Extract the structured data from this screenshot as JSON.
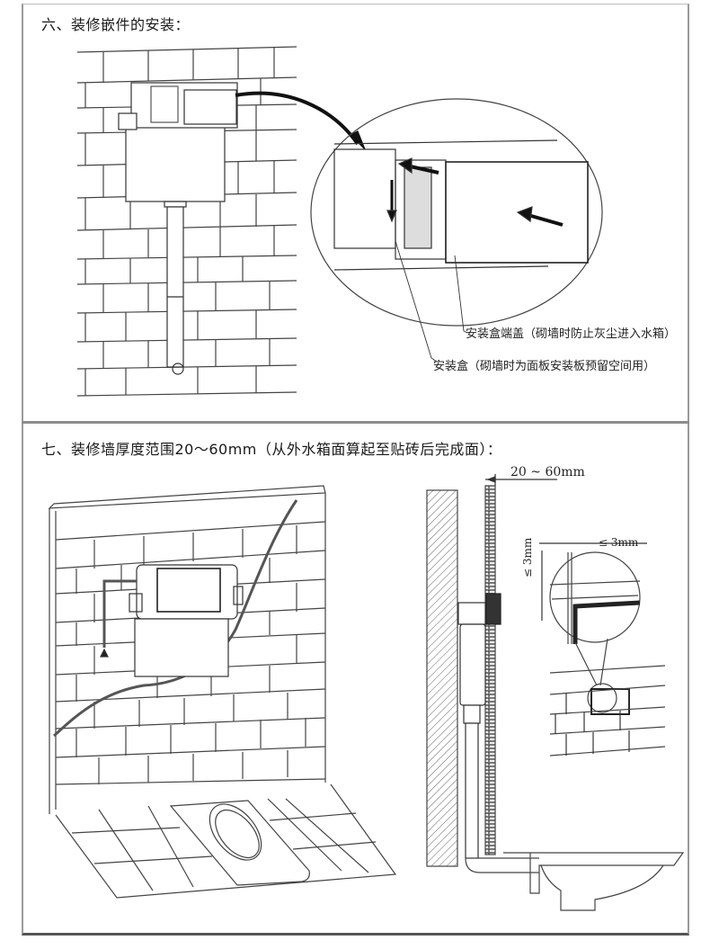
{
  "section6": {
    "heading": "六、装修嵌件的安装：",
    "callouts": [
      "安装盒端盖（砌墙时防止灰尘进入水箱）",
      "安装盒（砌墙时为面板安装板预留空间用）"
    ]
  },
  "section7": {
    "heading": "七、装修墙厚度范围20～60mm（从外水箱面算起至贴砖后完成面）：",
    "dimensions": {
      "wall_thickness": "20 ~ 60mm",
      "gap_horizontal": "≤ 3mm",
      "gap_vertical": "≤ 3mm"
    }
  },
  "colors": {
    "line": "#333333",
    "frame": "#9a9a9a"
  }
}
